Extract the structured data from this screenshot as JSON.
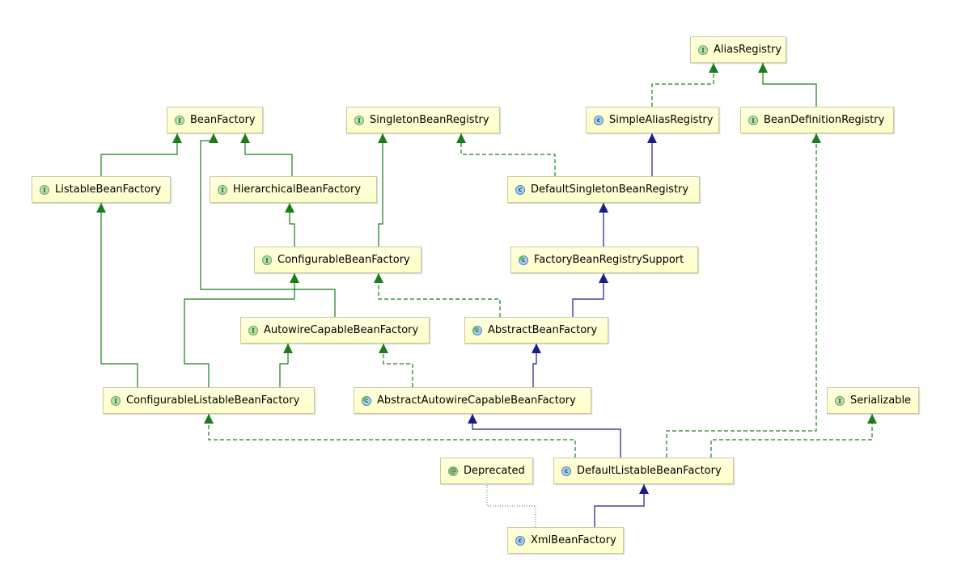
{
  "diagram": {
    "nodes": [
      {
        "id": "AliasRegistry",
        "label": "AliasRegistry",
        "kind": "interface",
        "icon": "interface-icon"
      },
      {
        "id": "BeanFactory",
        "label": "BeanFactory",
        "kind": "interface",
        "icon": "interface-icon"
      },
      {
        "id": "SingletonBeanRegistry",
        "label": "SingletonBeanRegistry",
        "kind": "interface",
        "icon": "interface-icon"
      },
      {
        "id": "SimpleAliasRegistry",
        "label": "SimpleAliasRegistry",
        "kind": "class",
        "icon": "class-icon"
      },
      {
        "id": "BeanDefinitionRegistry",
        "label": "BeanDefinitionRegistry",
        "kind": "interface",
        "icon": "interface-icon"
      },
      {
        "id": "ListableBeanFactory",
        "label": "ListableBeanFactory",
        "kind": "interface",
        "icon": "interface-icon"
      },
      {
        "id": "HierarchicalBeanFactory",
        "label": "HierarchicalBeanFactory",
        "kind": "interface",
        "icon": "interface-icon"
      },
      {
        "id": "DefaultSingletonBeanRegistry",
        "label": "DefaultSingletonBeanRegistry",
        "kind": "class",
        "icon": "class-icon"
      },
      {
        "id": "ConfigurableBeanFactory",
        "label": "ConfigurableBeanFactory",
        "kind": "interface",
        "icon": "interface-icon"
      },
      {
        "id": "FactoryBeanRegistrySupport",
        "label": "FactoryBeanRegistrySupport",
        "kind": "abstract",
        "icon": "abstract-class-icon"
      },
      {
        "id": "AutowireCapableBeanFactory",
        "label": "AutowireCapableBeanFactory",
        "kind": "interface",
        "icon": "interface-icon"
      },
      {
        "id": "AbstractBeanFactory",
        "label": "AbstractBeanFactory",
        "kind": "abstract",
        "icon": "abstract-class-icon"
      },
      {
        "id": "ConfigurableListableBeanFactory",
        "label": "ConfigurableListableBeanFactory",
        "kind": "interface",
        "icon": "interface-icon"
      },
      {
        "id": "AbstractAutowireCapableBeanFactory",
        "label": "AbstractAutowireCapableBeanFactory",
        "kind": "abstract",
        "icon": "abstract-class-icon"
      },
      {
        "id": "Serializable",
        "label": "Serializable",
        "kind": "interface",
        "icon": "interface-icon"
      },
      {
        "id": "Deprecated",
        "label": "Deprecated",
        "kind": "annotation",
        "icon": "annotation-icon"
      },
      {
        "id": "DefaultListableBeanFactory",
        "label": "DefaultListableBeanFactory",
        "kind": "class",
        "icon": "class-icon"
      },
      {
        "id": "XmlBeanFactory",
        "label": "XmlBeanFactory",
        "kind": "class",
        "icon": "class-icon"
      }
    ],
    "edges": [
      {
        "from": "SimpleAliasRegistry",
        "to": "AliasRegistry",
        "type": "implements"
      },
      {
        "from": "BeanDefinitionRegistry",
        "to": "AliasRegistry",
        "type": "extends-interface"
      },
      {
        "from": "ListableBeanFactory",
        "to": "BeanFactory",
        "type": "extends-interface"
      },
      {
        "from": "HierarchicalBeanFactory",
        "to": "BeanFactory",
        "type": "extends-interface"
      },
      {
        "from": "AutowireCapableBeanFactory",
        "to": "BeanFactory",
        "type": "extends-interface"
      },
      {
        "from": "DefaultSingletonBeanRegistry",
        "to": "SingletonBeanRegistry",
        "type": "implements"
      },
      {
        "from": "DefaultSingletonBeanRegistry",
        "to": "SimpleAliasRegistry",
        "type": "extends-class"
      },
      {
        "from": "ConfigurableBeanFactory",
        "to": "HierarchicalBeanFactory",
        "type": "extends-interface"
      },
      {
        "from": "ConfigurableBeanFactory",
        "to": "SingletonBeanRegistry",
        "type": "extends-interface"
      },
      {
        "from": "FactoryBeanRegistrySupport",
        "to": "DefaultSingletonBeanRegistry",
        "type": "extends-class"
      },
      {
        "from": "AbstractBeanFactory",
        "to": "FactoryBeanRegistrySupport",
        "type": "extends-class"
      },
      {
        "from": "AbstractBeanFactory",
        "to": "ConfigurableBeanFactory",
        "type": "implements"
      },
      {
        "from": "ConfigurableListableBeanFactory",
        "to": "ListableBeanFactory",
        "type": "extends-interface"
      },
      {
        "from": "ConfigurableListableBeanFactory",
        "to": "ConfigurableBeanFactory",
        "type": "extends-interface"
      },
      {
        "from": "ConfigurableListableBeanFactory",
        "to": "AutowireCapableBeanFactory",
        "type": "extends-interface"
      },
      {
        "from": "AbstractAutowireCapableBeanFactory",
        "to": "AbstractBeanFactory",
        "type": "extends-class"
      },
      {
        "from": "AbstractAutowireCapableBeanFactory",
        "to": "AutowireCapableBeanFactory",
        "type": "implements"
      },
      {
        "from": "DefaultListableBeanFactory",
        "to": "AbstractAutowireCapableBeanFactory",
        "type": "extends-class"
      },
      {
        "from": "DefaultListableBeanFactory",
        "to": "ConfigurableListableBeanFactory",
        "type": "implements"
      },
      {
        "from": "DefaultListableBeanFactory",
        "to": "BeanDefinitionRegistry",
        "type": "implements"
      },
      {
        "from": "DefaultListableBeanFactory",
        "to": "Serializable",
        "type": "implements"
      },
      {
        "from": "XmlBeanFactory",
        "to": "DefaultListableBeanFactory",
        "type": "extends-class"
      },
      {
        "from": "XmlBeanFactory",
        "to": "Deprecated",
        "type": "annotated"
      }
    ],
    "colors": {
      "extends_interface": "#1a7d1a",
      "implements": "#1a7d1a",
      "extends_class": "#1c1c88",
      "annotated": "#5aa05a",
      "node_fill": "#ffffd0",
      "node_border": "#c9c9a0"
    }
  }
}
